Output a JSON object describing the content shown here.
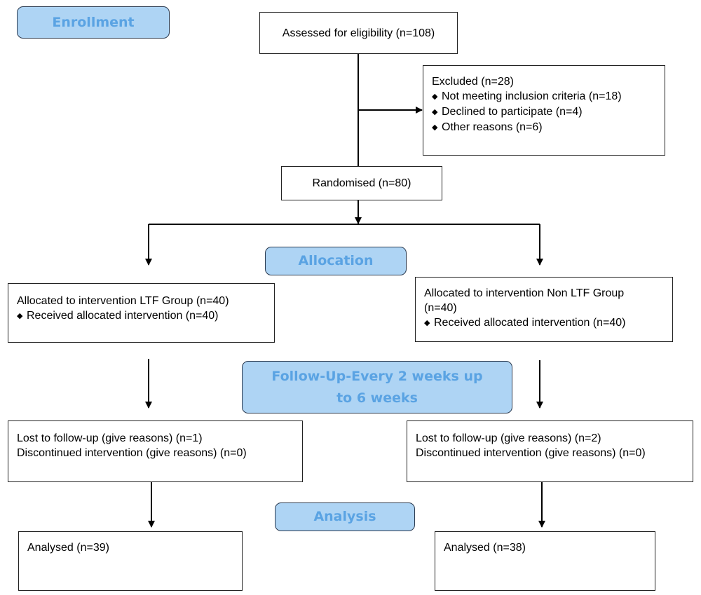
{
  "stages": {
    "enrollment": "Enrollment",
    "allocation": "Allocation",
    "follow_up": "Follow-Up-Every 2 weeks up to 6 weeks",
    "analysis": "Analysis"
  },
  "assessed": "Assessed for eligibility (n=108)",
  "excluded": {
    "title": "Excluded (n=28)",
    "items": [
      "Not meeting inclusion criteria (n=18)",
      "Declined to participate (n=4)",
      "Other reasons (n=6)"
    ]
  },
  "randomised": "Randomised (n=80)",
  "left_arm": {
    "allocated": "Allocated to intervention LTF Group (n=40)",
    "received": "Received allocated intervention (n=40)",
    "lost": "Lost to follow-up (give reasons) (n=1)",
    "discontinued": "Discontinued intervention (give reasons) (n=0)",
    "analysed": "Analysed (n=39)"
  },
  "right_arm": {
    "allocated_line1": "Allocated to intervention Non LTF Group",
    "allocated_line2": "(n=40)",
    "received": "Received allocated intervention (n=40)",
    "lost": "Lost to follow-up (give reasons) (n=2)",
    "discontinued": "Discontinued intervention (give reasons) (n=0)",
    "analysed": "Analysed (n=38)"
  },
  "bullet_glyph": "◆",
  "colors": {
    "stage_fill": "#aed4f4",
    "stage_text": "#5aa3e3",
    "line": "#000000"
  }
}
